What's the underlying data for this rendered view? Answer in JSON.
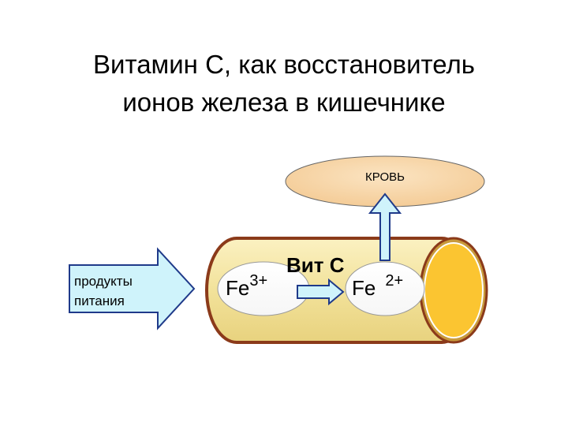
{
  "title": {
    "line1": "Витамин С, как восстановитель",
    "line2": "ионов железа в кишечнике"
  },
  "blood_label": "КРОВЬ",
  "food_label": {
    "line1": "продукты",
    "line2": "питания"
  },
  "ion_left": {
    "base": "Fe",
    "charge": "3+"
  },
  "ion_right": {
    "base": "Fe",
    "charge": "2+"
  },
  "reducer_label": "Вит С",
  "colors": {
    "tube_fill": "#F5E8A2",
    "tube_outline": "#8B3A1A",
    "blood_fill": "#F7D3A2",
    "arrow_fill": "#CFF3FB",
    "arrow_stroke": "#1F3A8A",
    "end_fill": "#FBC531"
  }
}
